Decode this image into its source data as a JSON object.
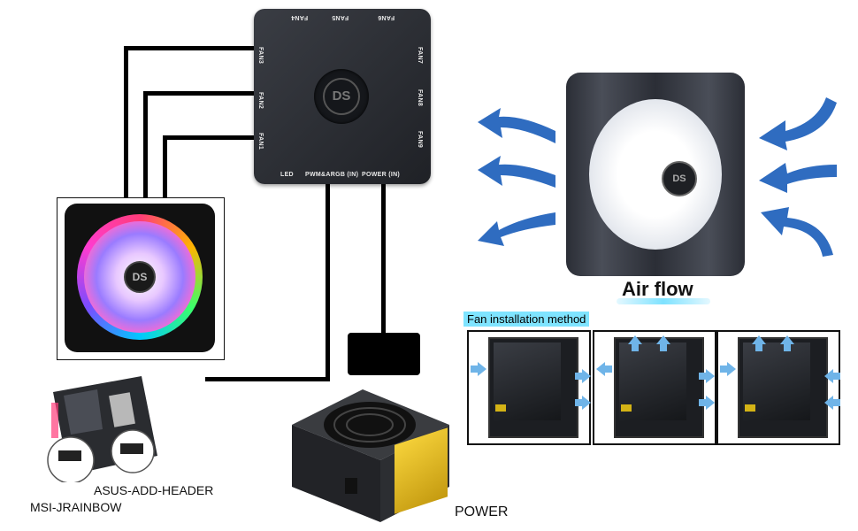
{
  "hub": {
    "logo": "DS",
    "ports_top": [
      "FAN4",
      "FAN5",
      "FAN6"
    ],
    "ports_left": [
      "FAN3",
      "FAN2",
      "FAN1"
    ],
    "ports_right": [
      "FAN7",
      "FAN8",
      "FAN9"
    ],
    "bottom_labels": [
      "LED",
      "PWM&ARGB (IN)",
      "POWER (IN)"
    ]
  },
  "rgb_fan": {
    "logo": "DS"
  },
  "white_fan": {
    "logo": "DS"
  },
  "airflow_label": "Air flow",
  "installation_title": "Fan installation method",
  "motherboard_labels": {
    "asus": "ASUS-ADD-HEADER",
    "msi": "MSI-JRAINBOW"
  },
  "psu_caption": "POWER",
  "colors": {
    "arrow_blue": "#2f6cc0",
    "highlight_cyan": "#7fe4ff",
    "install_arrow": "#6fb4e8"
  }
}
